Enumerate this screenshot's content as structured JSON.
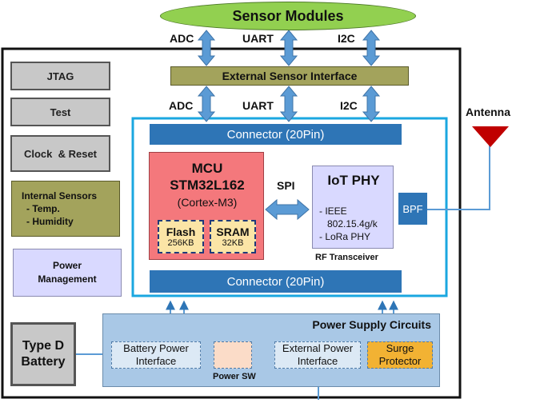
{
  "sensor_modules": "Sensor Modules",
  "bus_top": [
    "ADC",
    "UART",
    "I2C"
  ],
  "bus_mid": [
    "ADC",
    "UART",
    "I2C"
  ],
  "ext_interface": "External Sensor Interface",
  "left_blocks": {
    "jtag": "JTAG",
    "test": "Test",
    "clock": "Clock  & Reset",
    "internal_sensors": [
      "Internal Sensors",
      "- Temp.",
      "- Humidity"
    ],
    "power_mgmt": [
      "Power",
      "Management"
    ]
  },
  "connector_top": "Connector (20Pin)",
  "connector_bottom": "Connector (20Pin)",
  "mcu": {
    "title": "MCU",
    "part": "STM32L162",
    "core": "(Cortex-M3)",
    "flash": "Flash",
    "flash_size": "256KB",
    "sram": "SRAM",
    "sram_size": "32KB"
  },
  "spi": "SPI",
  "iot": {
    "title": "IoT PHY",
    "line1": "- IEEE",
    "line2": "802.15.4g/k",
    "line3": "- LoRa PHY",
    "caption": "RF Transceiver"
  },
  "bpf": "BPF",
  "antenna": "Antenna",
  "battery": [
    "Type D",
    "Battery"
  ],
  "power_supply": {
    "title": "Power Supply Circuits",
    "battery_if": [
      "Battery Power",
      "Interface"
    ],
    "power_sw": "Power SW",
    "external_if": [
      "External Power",
      "Interface"
    ],
    "surge": [
      "Surge",
      "Protector"
    ]
  },
  "colors": {
    "ellipse": "#92d050",
    "olive": "#a3a35c",
    "mcu": "#f4787c",
    "iot": "#d9d9ff",
    "blue": "#2e75b6",
    "power_bg": "#a9c8e6",
    "surge": "#f2b233",
    "frame": "#1aa7e0"
  }
}
